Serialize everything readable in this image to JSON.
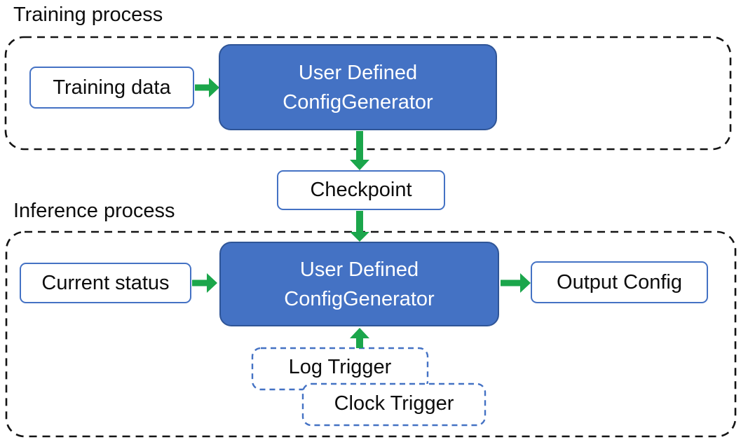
{
  "sections": {
    "training": {
      "title": "Training process",
      "input_label": "Training data",
      "generator_line1": "User Defined",
      "generator_line2": "ConfigGenerator"
    },
    "checkpoint_label": "Checkpoint",
    "inference": {
      "title": "Inference process",
      "input_label": "Current status",
      "generator_line1": "User Defined",
      "generator_line2": "ConfigGenerator",
      "output_label": "Output Config",
      "log_trigger_label": "Log Trigger",
      "clock_trigger_label": "Clock Trigger"
    }
  },
  "arrows": [
    {
      "from": "Training data",
      "to": "User Defined ConfigGenerator (training)",
      "direction": "right"
    },
    {
      "from": "User Defined ConfigGenerator (training)",
      "to": "Checkpoint",
      "direction": "down"
    },
    {
      "from": "Checkpoint",
      "to": "User Defined ConfigGenerator (inference)",
      "direction": "down"
    },
    {
      "from": "Current status",
      "to": "User Defined ConfigGenerator (inference)",
      "direction": "right"
    },
    {
      "from": "User Defined ConfigGenerator (inference)",
      "to": "Output Config",
      "direction": "right"
    },
    {
      "from": "Log Trigger / Clock Trigger",
      "to": "User Defined ConfigGenerator (inference)",
      "direction": "up"
    }
  ],
  "colors": {
    "generator_fill": "#4472C4",
    "generator_border": "#2F5597",
    "io_box_border": "#4472C4",
    "trigger_border": "#4472C4",
    "arrow_green": "#1BA64B",
    "container_dash": "#141414",
    "text_dark": "#0d0d0d",
    "text_light": "#ffffff",
    "background": "#ffffff"
  }
}
